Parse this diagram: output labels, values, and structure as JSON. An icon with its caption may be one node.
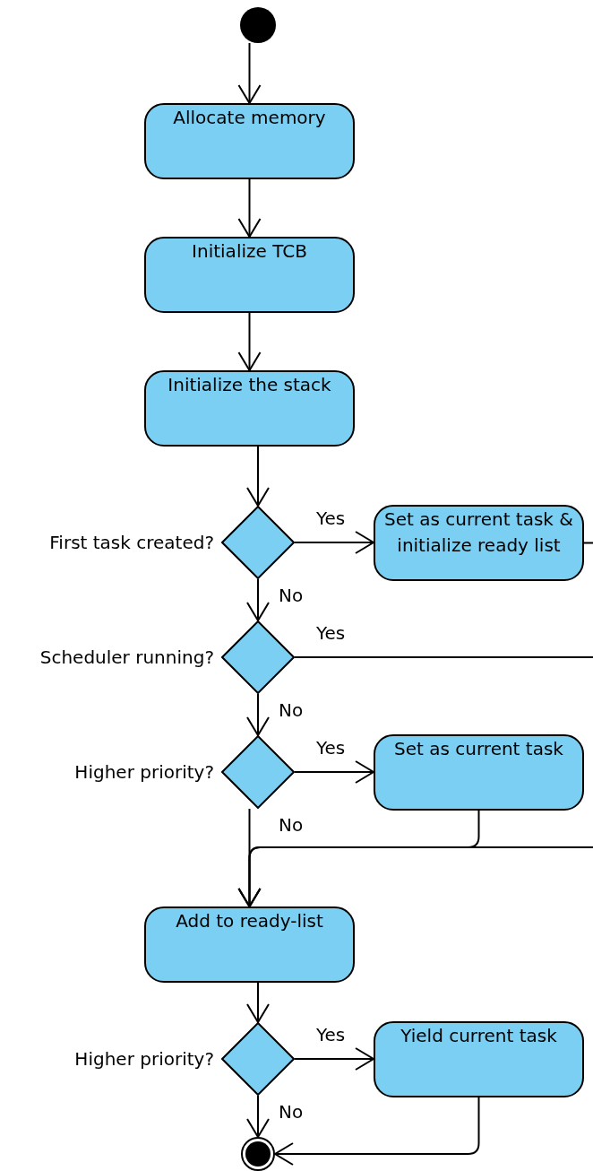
{
  "diagram": {
    "nodes": [
      {
        "text": [],
        "shape": "circle"
      },
      {
        "text": [
          "Allocate memory"
        ]
      },
      {
        "text": [
          "Initialize TCB"
        ]
      },
      {
        "text": [
          "Initialize the stack"
        ]
      },
      {
        "text": [],
        "shape": "diamond",
        "beside": [
          "First task created?"
        ]
      },
      {
        "text": [
          "Set as current task & initialize ready list"
        ]
      },
      {
        "text": [],
        "shape": "diamond",
        "beside": [
          "Scheduler running?"
        ]
      },
      {
        "text": [],
        "shape": "diamond",
        "beside": [
          "Higher priority?"
        ]
      },
      {
        "text": [
          "Set as current task"
        ]
      },
      {
        "text": [
          "Add to ready-list"
        ]
      },
      {
        "text": [],
        "shape": "diamond",
        "beside": [
          "Higher priority?"
        ]
      },
      {
        "text": [
          "Yield current task"
        ]
      },
      {
        "text": [],
        "shape": "circle"
      }
    ],
    "edges": [
      {
        "from": 0,
        "to": 1,
        "arrow": "to"
      },
      {
        "from": 1,
        "to": 2,
        "arrow": "to"
      },
      {
        "from": 2,
        "to": 3,
        "arrow": "to"
      },
      {
        "from": 3,
        "to": 4,
        "arrow": "to"
      },
      {
        "from": 4,
        "to": 5,
        "arrow": "to",
        "label": "Yes"
      },
      {
        "from": 4,
        "to": 6,
        "arrow": "to",
        "label": "No"
      },
      {
        "from": 5,
        "to": null,
        "arrow": "none"
      },
      {
        "from": 6,
        "to": null,
        "arrow": "none",
        "label": "Yes"
      },
      {
        "from": 6,
        "to": 7,
        "arrow": "to",
        "label": "No"
      },
      {
        "from": 7,
        "to": 8,
        "arrow": "to",
        "label": "Yes"
      },
      {
        "from": 7,
        "to": 9,
        "arrow": "to",
        "label": "No"
      },
      {
        "from": 8,
        "to": 9,
        "arrow": "to"
      },
      {
        "from": null,
        "to": 9,
        "arrow": "to"
      },
      {
        "from": 9,
        "to": 10,
        "arrow": "to"
      },
      {
        "from": 10,
        "to": 11,
        "arrow": "to",
        "label": "Yes"
      },
      {
        "from": 10,
        "to": 12,
        "arrow": "to",
        "label": "No"
      },
      {
        "from": 11,
        "to": 12,
        "arrow": "to"
      }
    ]
  }
}
